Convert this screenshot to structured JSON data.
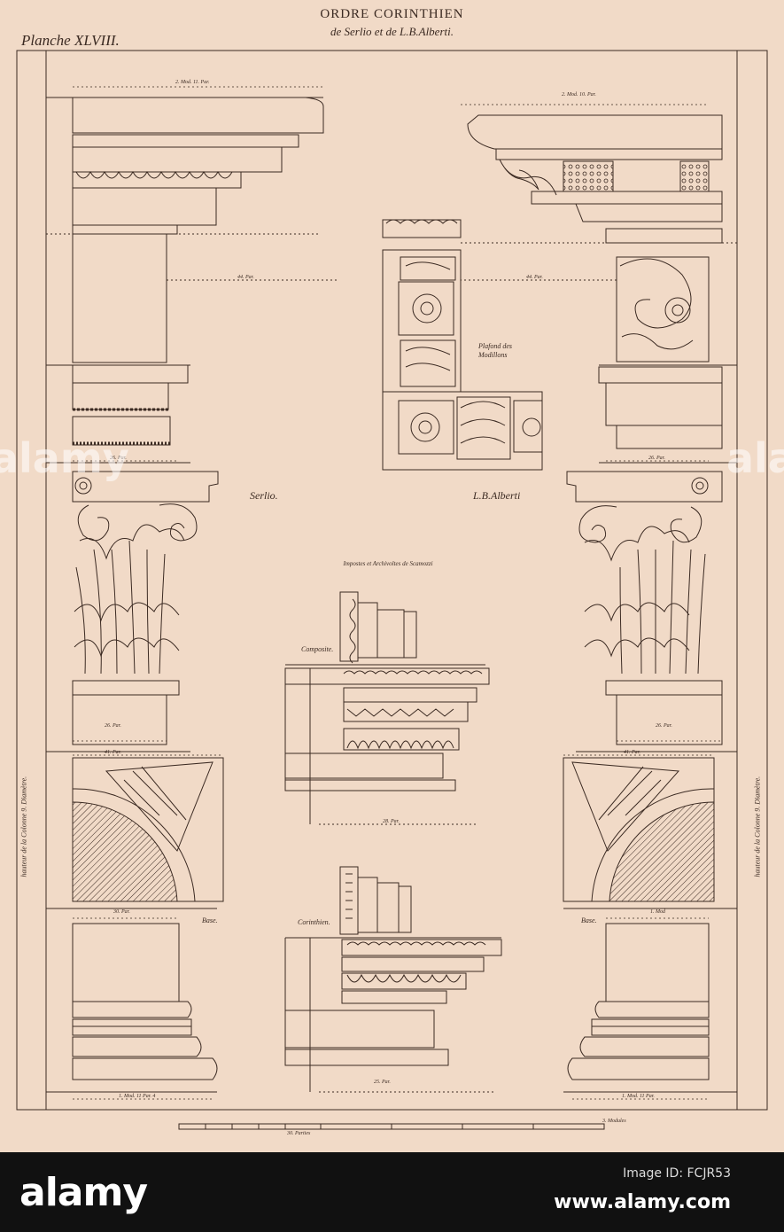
{
  "plate": {
    "title": "ORDRE CORINTHIEN",
    "subtitle": "de Serlio et de L.B.Alberti.",
    "planche": "Planche XLVIII."
  },
  "labels": {
    "serlio": "Serlio.",
    "alberti": "L.B.Alberti",
    "plafond": "Plafond des Modillons",
    "impostes": "Impostes et Archivoltes de Scamozzi",
    "composite": "Composite.",
    "corinthien": "Corinthien.",
    "base_left": "Base.",
    "base_right": "Base.",
    "hauteur_left": "hauteur de la Colonne 9. Diamètre.",
    "hauteur_right": "hauteur de la Colonne 9. Diamètre.",
    "scale": "30. Parties",
    "scale_end": "3. Modules"
  },
  "dims": {
    "top_left": "2. Mod. 11. Par.",
    "top_right": "2. Mod. 10. Par.",
    "p44_left": "44. Par.",
    "p44_right": "44. Par.",
    "p26a": "26. Par.",
    "p26b": "26. Par.",
    "p26c": "26. Par.",
    "p26d": "26. Par.",
    "p41_left": "41. Par.",
    "p41_right": "41. Par.",
    "p30": "30. Par.",
    "mod_right": "1. Mod",
    "p28": "28. Par.",
    "p25": "25. Par.",
    "base_left_dim": "1. Mod. 11 Par. 4",
    "base_right_dim": "1. Mod. 11 Par."
  },
  "footer": {
    "brand": "alamy",
    "image_id": "Image ID: FCJR53",
    "site": "www.alamy.com"
  },
  "watermark": "alamy"
}
